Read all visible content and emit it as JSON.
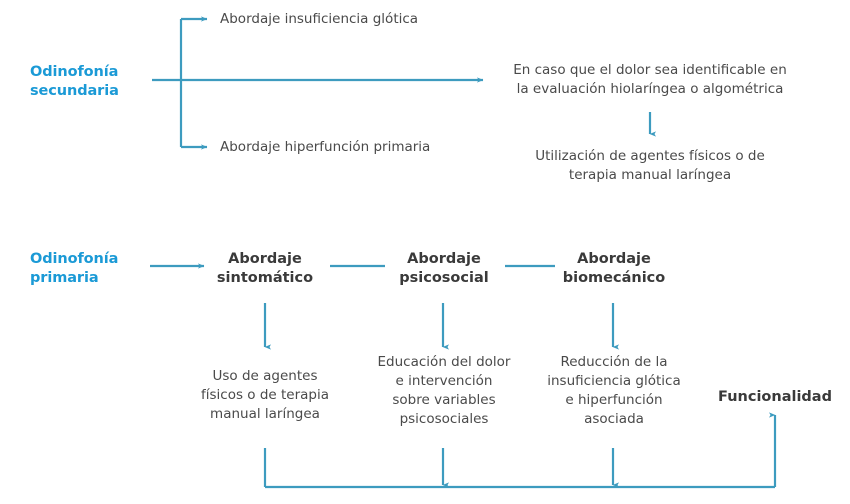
{
  "diagram": {
    "title_implicit": "",
    "accent_color": "#1B9AD6",
    "line_color": "#3D9BBF",
    "text_color": "#4A4A4A",
    "bold_text_color": "#3A3A3A",
    "background": "#FFFFFF"
  },
  "secondary_branch": {
    "root_label": "Odinofonía\nsecundaria",
    "root_line1": "Odinofonía",
    "root_line2": "secundaria",
    "branch_top": "Abordaje insuficiencia glótica",
    "branch_bottom": "Abordaje hiperfunción primaria",
    "main_outcome": "En caso que el dolor sea identificable en la evaluación hiolaríngea o algométrica",
    "main_outcome_line1": "En caso que el dolor sea identificable en",
    "main_outcome_line2": "la evaluación hiolaríngea o algométrica",
    "final_outcome": "Utilización de agentes físicos o de terapia manual laríngea",
    "final_outcome_line1": "Utilización de agentes físicos o de",
    "final_outcome_line2": "terapia manual laríngea"
  },
  "primary_branch": {
    "root_line1": "Odinofonía",
    "root_line2": "primaria",
    "approaches": [
      {
        "line1": "Abordaje",
        "line2": "sintomático"
      },
      {
        "line1": "Abordaje",
        "line2": "psicosocial"
      },
      {
        "line1": "Abordaje",
        "line2": "biomecánico"
      }
    ],
    "details": [
      {
        "line1": "Uso de agentes",
        "line2": "físicos o de terapia",
        "line3": "manual laríngea",
        "line4": ""
      },
      {
        "line1": "Educación del dolor",
        "line2": "e intervención",
        "line3": "sobre variables",
        "line4": "psicosociales"
      },
      {
        "line1": "Reducción de la",
        "line2": "insuficiencia glótica",
        "line3": "e hiperfunción",
        "line4": "asociada"
      }
    ],
    "outcome": "Funcionalidad"
  },
  "icons": {
    "arrow_right": "arrow-right-icon",
    "arrow_down": "arrow-down-icon",
    "arrow_up": "arrow-up-icon",
    "connector_line": "connector-line-icon"
  }
}
